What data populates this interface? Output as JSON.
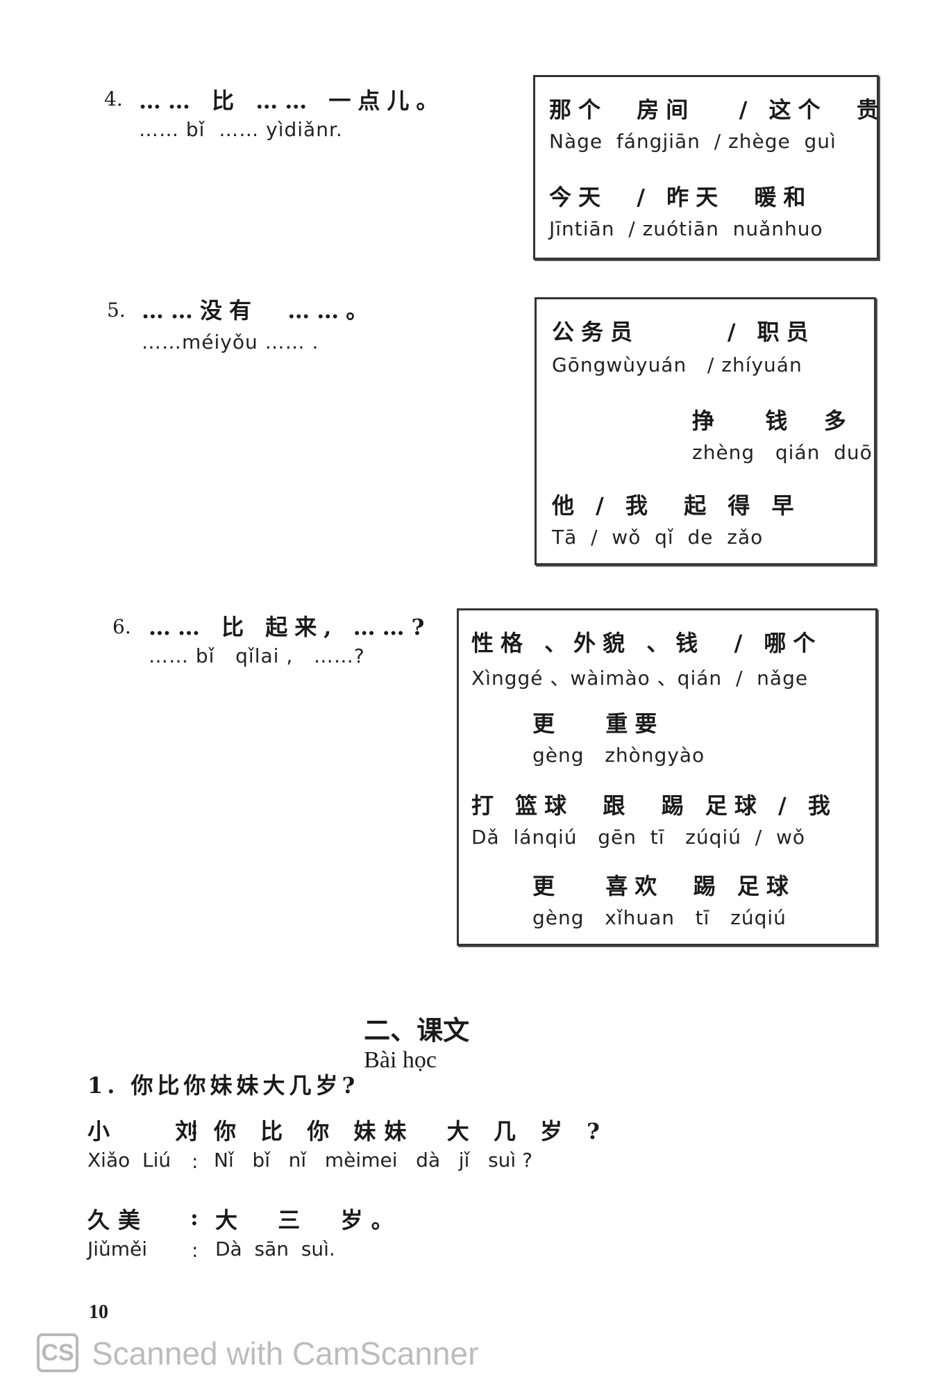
{
  "patterns": [
    {
      "num": "4.",
      "han": "…… 比 …… 一点儿。",
      "py": "…… bǐ  …… yìdiǎnr.",
      "box": [
        {
          "han": "那个  房间   / 这个  贵",
          "py": "Nàge  fángjiān  / zhège  guì"
        },
        {
          "han": "今天  / 昨天  暖和",
          "py": "Jīntiān  / zuótiān  nuǎnhuo"
        }
      ]
    },
    {
      "num": "5.",
      "han": "……没有  ……。",
      "py": "……méiyǒu …… .",
      "box": [
        {
          "han": "公务员      / 职员",
          "py": "Gōngwùyuán   / zhíyuán"
        },
        {
          "han": "挣   钱  多",
          "py": "zhèng   qián  duō"
        },
        {
          "han": "他 / 我  起 得 早",
          "py": "Tā  /  wǒ  qǐ  de  zǎo"
        }
      ]
    },
    {
      "num": "6.",
      "han": "…… 比 起来, ……?",
      "py": "…… bǐ   qǐlai ,   ……?",
      "box": [
        {
          "han": "性格 、外貌 、钱  / 哪个",
          "py": "Xìnggé 、wàimào 、qián  /  nǎge"
        },
        {
          "han": "更   重要",
          "py": "gèng   zhòngyào"
        },
        {
          "han": "打 篮球  跟  踢 足球 / 我",
          "py": "Dǎ  lánqiú   gēn  tī   zúqiú  /  wǒ"
        },
        {
          "han": "更   喜欢  踢 足球",
          "py": "gèng   xǐhuan   tī   zúqiú"
        }
      ]
    }
  ],
  "section": {
    "title_zh": "二、课文",
    "title_vi": "Bài học"
  },
  "lesson": {
    "heading": "1. 你比你妹妹大几岁?",
    "lines": [
      {
        "speaker_han": "小  刘",
        "speaker_py": "Xiǎo  Liú",
        "colon": ":",
        "han": "你 比 你 妹妹  大 几 岁 ?",
        "py": "Nǐ   bǐ   nǐ   mèimei   dà   jǐ   suì ?"
      },
      {
        "speaker_han": "久美",
        "speaker_py": "Jiǔměi",
        "colon": ":",
        "han": "大  三  岁。",
        "py": "Dà  sān  suì."
      }
    ]
  },
  "page_number": "10",
  "watermark": {
    "logo": "CS",
    "text": "Scanned with CamScanner"
  }
}
